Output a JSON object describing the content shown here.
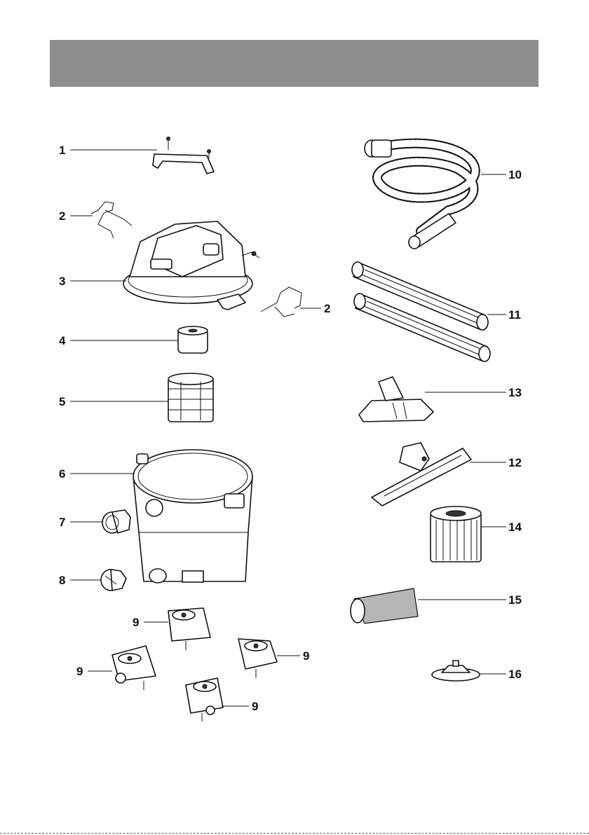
{
  "header": {
    "title": ""
  },
  "callouts": {
    "handle": "1",
    "cord_wrap_left": "2",
    "cord_wrap_right": "2",
    "powerhead": "3",
    "foam_sleeve": "4",
    "filter_cage": "5",
    "drum": "6",
    "inlet_adapter": "7",
    "drain_cap": "8",
    "caster_top": "9",
    "caster_right": "9",
    "caster_left": "9",
    "caster_bottom": "9",
    "hose": "10",
    "extension_wands": "11",
    "floor_nozzle": "12",
    "utility_nozzle": "13",
    "cartridge_filter": "14",
    "filter_bag": "15",
    "filter_lid": "16"
  },
  "colors": {
    "header_bar": "#8e8e8e",
    "lines": "#111111"
  }
}
